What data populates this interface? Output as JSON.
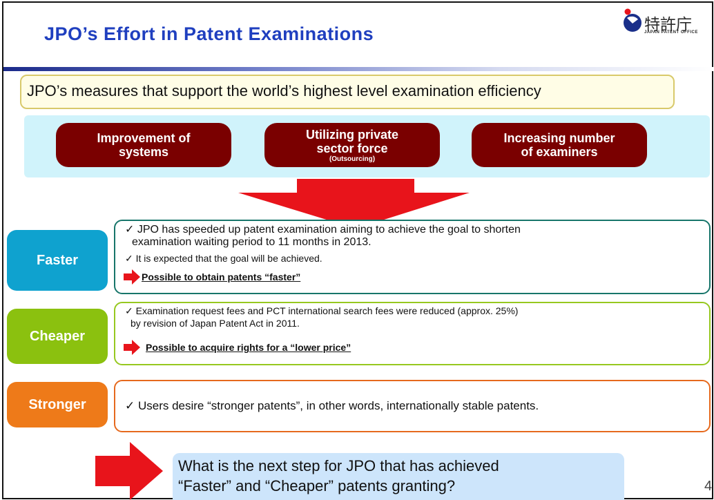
{
  "header": {
    "title": "JPO’s  Effort in Patent Examinations",
    "logo_text": "特許庁",
    "logo_subtext": "JAPAN PATENT OFFICE"
  },
  "measures": {
    "heading": "JPO’s measures that support the world’s highest level examination efficiency",
    "items": [
      {
        "line1": "Improvement of",
        "line2": "systems",
        "line3": ""
      },
      {
        "line1": "Utilizing private",
        "line2": "sector force",
        "line3": "(Outsourcing)"
      },
      {
        "line1": "Increasing number",
        "line2": "of examiners",
        "line3": ""
      }
    ]
  },
  "faster": {
    "label": "Faster",
    "bullet1_line1": "✓ JPO has speeded up patent examination aiming to achieve the goal to shorten",
    "bullet1_line2": "examination waiting period to 11 months in 2013.",
    "bullet2": "✓ It is expected that the goal will be achieved.",
    "result": "Possible to obtain patents “faster”"
  },
  "cheaper": {
    "label": "Cheaper",
    "bullet1_line1": "✓ Examination request fees and PCT international search fees were reduced (approx. 25%)",
    "bullet1_line2": "by revision of Japan Patent Act in 2011.",
    "result": "Possible to acquire rights for a “lower price”"
  },
  "stronger": {
    "label": "Stronger",
    "bullet1": "✓ Users desire “stronger patents”, in other words, internationally stable patents."
  },
  "question": {
    "line1": "What is the next step for JPO that has achieved",
    "line2": "“Faster” and “Cheaper” patents granting?"
  },
  "page_number": "4",
  "colors": {
    "title": "#1f3fbf",
    "pill": "#7a0000",
    "faster": "#0fa2cf",
    "cheaper": "#8bc10f",
    "stronger": "#ee7a19",
    "arrow": "#e8141b"
  }
}
